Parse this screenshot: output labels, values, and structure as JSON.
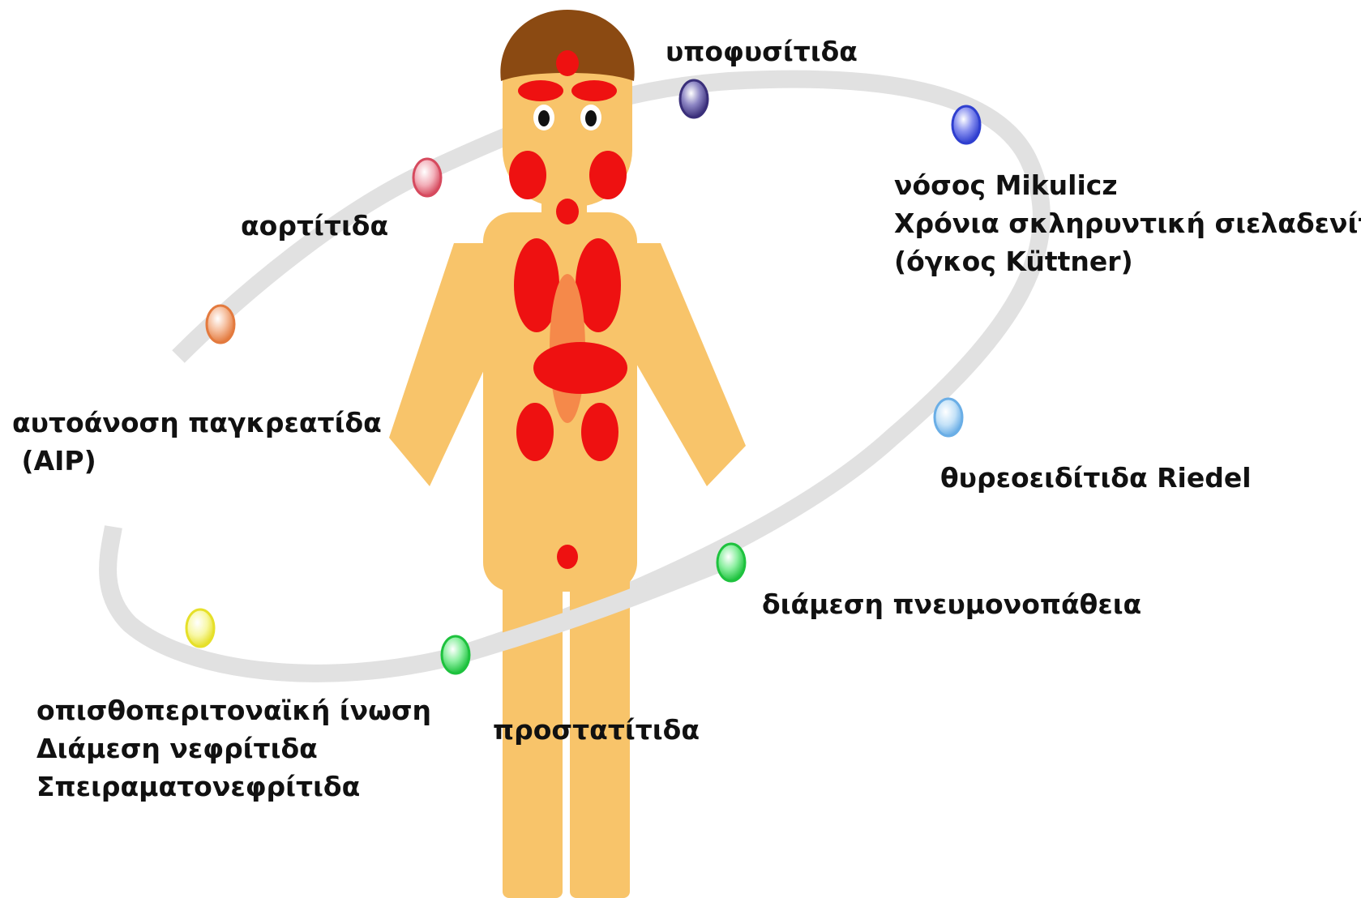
{
  "labels": {
    "hypophysitis": "υποφυσίτιδα",
    "mikulicz": [
      "νόσος Mikulicz",
      "Χρόνια σκληρυντική σιελαδενίτιδα",
      "(όγκος Küttner)"
    ],
    "aortitis": "αορτίτιδα",
    "aip": [
      "αυτοάνοση παγκρεατίδα",
      " (AIP)"
    ],
    "riedel": "θυρεοειδίτιδα Riedel",
    "lung": "διάμεση πνευμονοπάθεια",
    "prostatitis": "προστατίτιδα",
    "retroperitoneal": [
      "οπισθοπεριτοναϊκή ίνωση",
      "Διάμεση νεφρίτιδα",
      "Σπειραματονεφρίτιδα"
    ]
  },
  "colors": {
    "skin": "#f8c46a",
    "hair": "#8b4a12",
    "lesion": "#ee1111",
    "pancreas": "#f5894a",
    "orbit": "#e1e1e1",
    "bead_pink": "#e26a7a",
    "bead_purple": "#4a3f8c",
    "bead_blue": "#3f4fd8",
    "bead_orange": "#ec8e54",
    "bead_lightblue": "#8cc4ec",
    "bead_green": "#2fcf4f",
    "bead_yellow": "#ecec3a"
  }
}
